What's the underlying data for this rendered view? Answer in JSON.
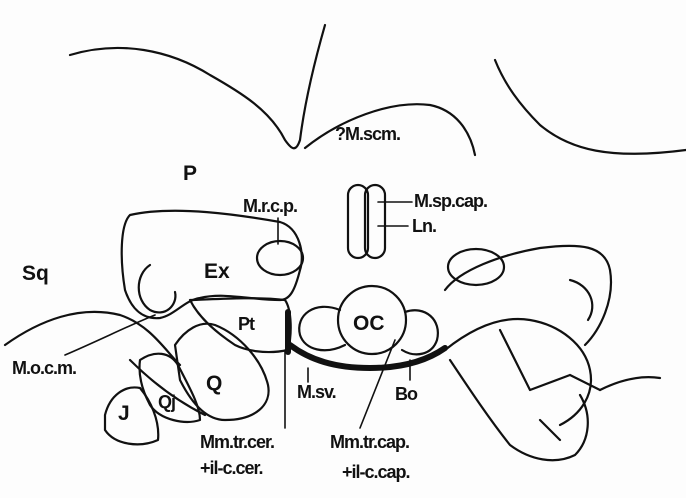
{
  "labels": {
    "m_scm": "?M.scm.",
    "p": "P",
    "m_rcp": "M.r.c.p.",
    "m_sp_cap": "M.sp.cap.",
    "ln": "Ln.",
    "sq": "Sq",
    "ex": "Ex",
    "pt": "Pt",
    "oc": "OC",
    "m_ocm": "M.o.c.m.",
    "q": "Q",
    "qj": "Qj",
    "j": "J",
    "m_sv": "M.sv.",
    "bo": "Bo",
    "mm_tr_cer": "Mm.tr.cer.",
    "il_c_cer": "+il-c.cer.",
    "mm_tr_cap": "Mm.tr.cap.",
    "il_c_cap": "+il-c.cap."
  }
}
